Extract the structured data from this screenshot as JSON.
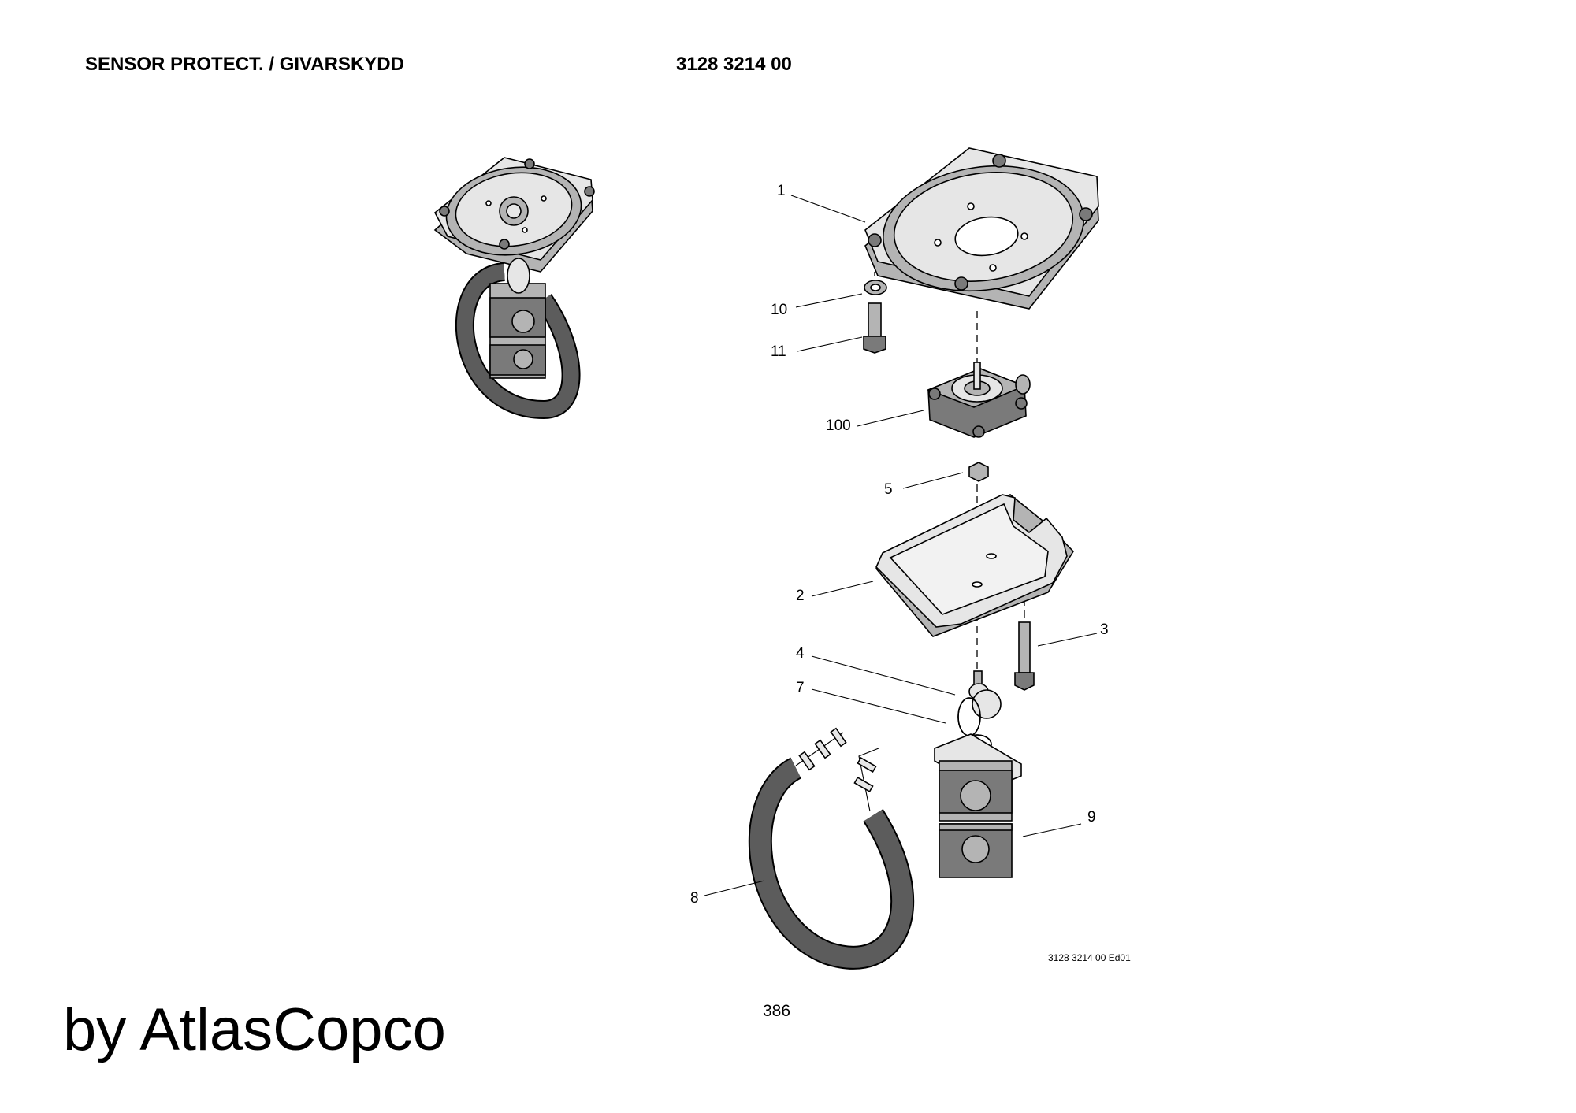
{
  "header": {
    "title": "SENSOR PROTECT. / GIVARSKYDD",
    "part_number": "3128 3214 00"
  },
  "callouts": [
    {
      "id": "1",
      "label": "1"
    },
    {
      "id": "10",
      "label": "10"
    },
    {
      "id": "11",
      "label": "11"
    },
    {
      "id": "100",
      "label": "100"
    },
    {
      "id": "5",
      "label": "5"
    },
    {
      "id": "2",
      "label": "2"
    },
    {
      "id": "3",
      "label": "3"
    },
    {
      "id": "4",
      "label": "4"
    },
    {
      "id": "7",
      "label": "7"
    },
    {
      "id": "9",
      "label": "9"
    },
    {
      "id": "8",
      "label": "8"
    }
  ],
  "footer": {
    "drawing_code": "3128 3214 00 Ed01",
    "page_number": "386",
    "brand": "by AtlasCopco"
  },
  "colors": {
    "part_light": "#e6e6e6",
    "part_mid": "#b4b4b4",
    "part_dark": "#7a7a7a",
    "cable": "#5c5c5c",
    "line": "#000000"
  }
}
